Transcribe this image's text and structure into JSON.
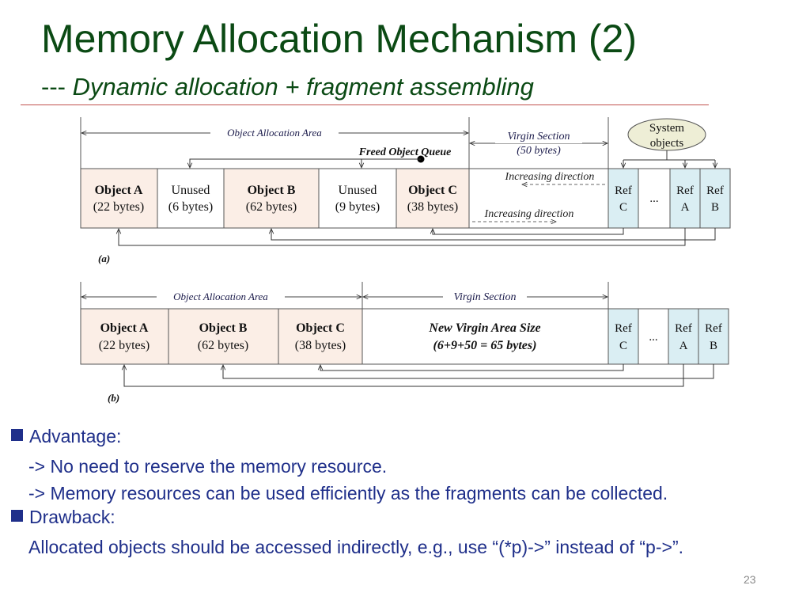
{
  "slide": {
    "title": "Memory Allocation Mechanism (2)",
    "subtitle_dash": "---",
    "subtitle": "Dynamic allocation + fragment assembling",
    "page_number": "23"
  },
  "diagram_a": {
    "label": "(a)",
    "object_area_label": "Object Allocation Area",
    "virgin_label": "Virgin Section",
    "virgin_size": "(50 bytes)",
    "freed_queue_label": "Freed Object Queue",
    "system_objects": [
      "System",
      "objects"
    ],
    "increasing_direction_top": "Increasing direction",
    "increasing_direction_bottom": "Increasing direction",
    "cells": [
      {
        "name": "Object A",
        "size": "(22 bytes)"
      },
      {
        "name": "Unused",
        "size": "(6 bytes)"
      },
      {
        "name": "Object B",
        "size": "(62 bytes)"
      },
      {
        "name": "Unused",
        "size": "(9 bytes)"
      },
      {
        "name": "Object C",
        "size": "(38 bytes)"
      }
    ],
    "refs": [
      {
        "top": "Ref",
        "bottom": "C"
      },
      {
        "top": "...",
        "bottom": ""
      },
      {
        "top": "Ref",
        "bottom": "A"
      },
      {
        "top": "Ref",
        "bottom": "B"
      }
    ]
  },
  "diagram_b": {
    "label": "(b)",
    "object_area_label": "Object Allocation Area",
    "virgin_label": "Virgin Section",
    "cells": [
      {
        "name": "Object A",
        "size": "(22 bytes)"
      },
      {
        "name": "Object B",
        "size": "(62 bytes)"
      },
      {
        "name": "Object C",
        "size": "(38 bytes)"
      }
    ],
    "virgin_text": "New Virgin Area Size",
    "virgin_calc": "(6+9+50 = 65 bytes)",
    "refs": [
      {
        "top": "Ref",
        "bottom": "C"
      },
      {
        "top": "...",
        "bottom": ""
      },
      {
        "top": "Ref",
        "bottom": "A"
      },
      {
        "top": "Ref",
        "bottom": "B"
      }
    ]
  },
  "bullets": {
    "advantage_title": "Advantage:",
    "advantage_lines": [
      "-> No need to reserve the memory resource.",
      "-> Memory resources can be used efficiently as the fragments can be collected."
    ],
    "drawback_title": "Drawback:",
    "drawback_lines": [
      "Allocated objects should be accessed indirectly, e.g., use “(*p)->” instead of “p->”."
    ]
  },
  "colors": {
    "title": "#0b4a14",
    "bullet_text": "#1f2f8a",
    "object_fill": "#fbeee6",
    "ref_fill": "#daeef3",
    "system_objects_fill": "#eeeed6",
    "rule": "#c0504d"
  }
}
